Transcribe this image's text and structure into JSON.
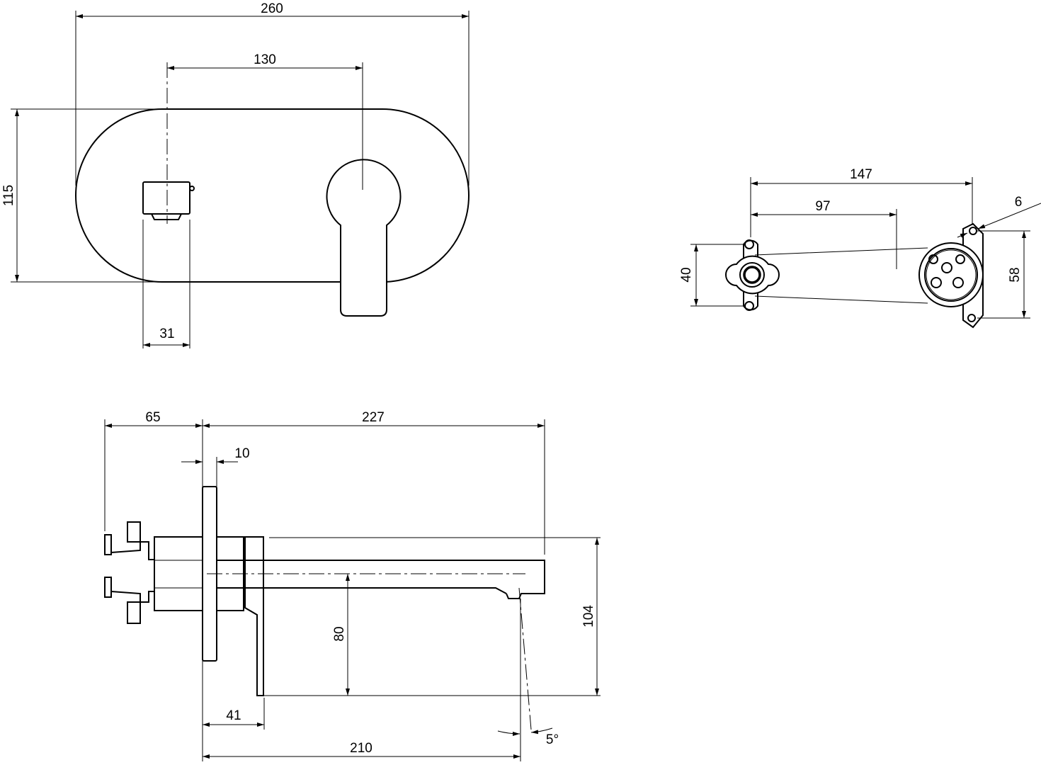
{
  "drawing": {
    "front_view": {
      "width_overall": "260",
      "centre_distance": "130",
      "height": "115",
      "spout_width": "31"
    },
    "rough_in_body": {
      "overall_length": "147",
      "centre_distance": "97",
      "hole_diameter": "6",
      "left_mount_spacing": "40",
      "right_mount_spacing": "58"
    },
    "side_view": {
      "handle_depth": "65",
      "projection": "227",
      "plate_thickness": "10",
      "spout_height": "80",
      "overall_height": "104",
      "cover_depth": "41",
      "spout_reach": "210",
      "outlet_angle": "5°"
    }
  }
}
